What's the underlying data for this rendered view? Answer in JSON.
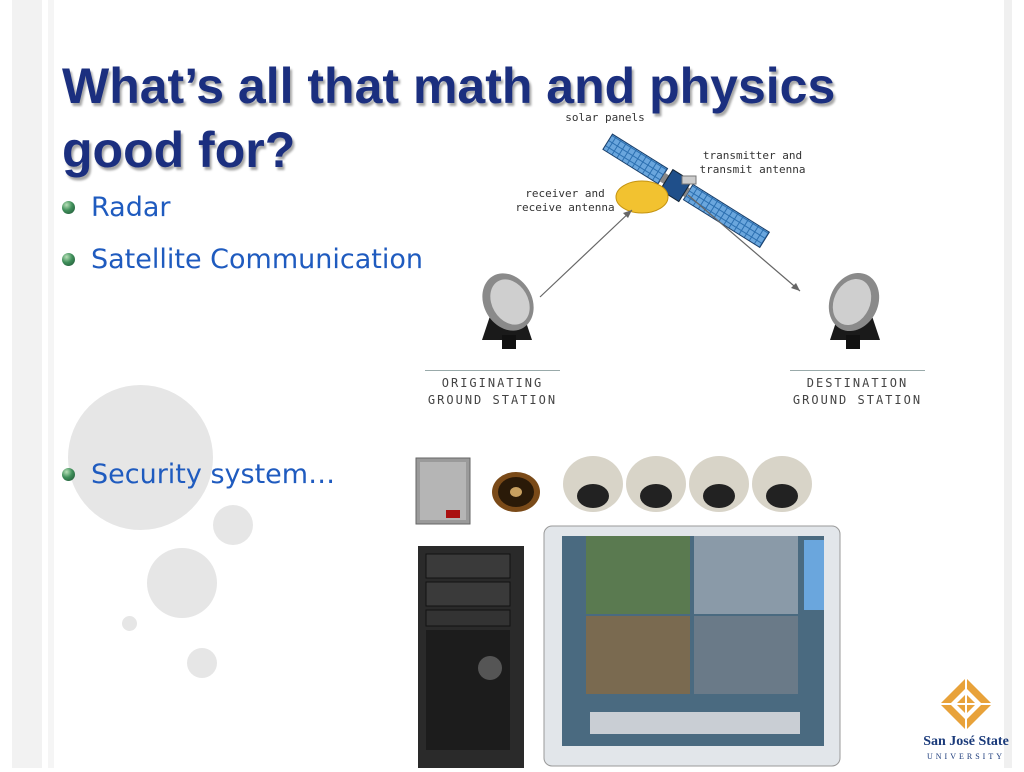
{
  "slide": {
    "title_line1": "What’s all that math and physics",
    "title_line2": "good for?",
    "bullets": [
      "Radar",
      "Satellite Communication",
      "Security system…"
    ]
  },
  "satellite_diagram": {
    "labels": {
      "solar_panels": "solar panels",
      "transmitter_1": "transmitter and",
      "transmitter_2": "transmit antenna",
      "receiver_1": "receiver and",
      "receiver_2": "receive antenna"
    },
    "stations": {
      "origin_1": "ORIGINATING",
      "origin_2": "GROUND STATION",
      "dest_1": "DESTINATION",
      "dest_2": "GROUND STATION"
    }
  },
  "logo": {
    "name": "San José State",
    "sub": "UNIVERSITY"
  },
  "colors": {
    "title": "#1b2f7f",
    "bullet_text": "#1f5bbf",
    "logo_gold": "#e8a23a",
    "logo_blue": "#1a3a7a"
  }
}
